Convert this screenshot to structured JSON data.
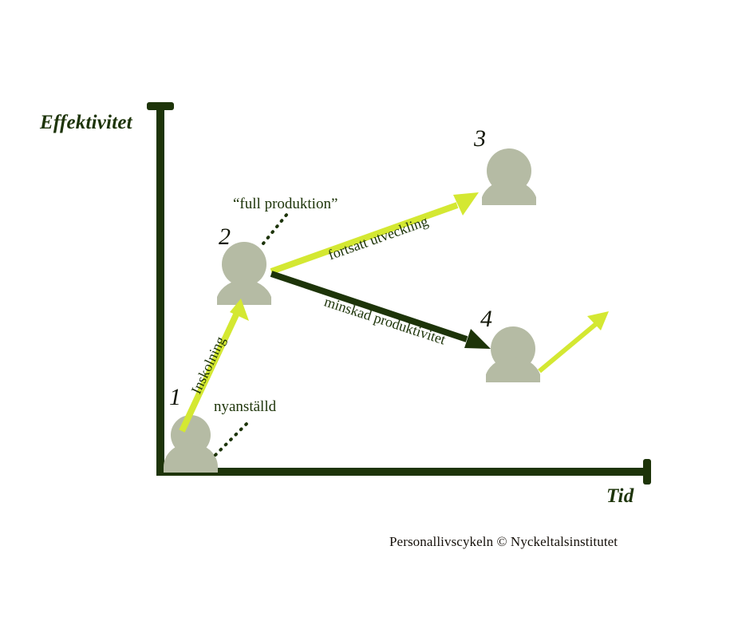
{
  "diagram": {
    "title_footer": "Personallivscykeln © Nyckeltalsinstitutet",
    "axes": {
      "y_label": "Effektivitet",
      "x_label": "Tid",
      "axis_color": "#1d3409"
    },
    "colors": {
      "axis": "#1d3409",
      "person": "#b5bba4",
      "arrow_positive": "#d4e832",
      "arrow_negative": "#1d3409",
      "text": "#1d3409",
      "background": "#ffffff"
    },
    "stages": [
      {
        "number": "1",
        "callout": "nyanställd",
        "position": "bottom-left"
      },
      {
        "number": "2",
        "callout": "“full produktion”",
        "position": "middle-left"
      },
      {
        "number": "3",
        "callout": "",
        "position": "top-right"
      },
      {
        "number": "4",
        "callout": "",
        "position": "bottom-right"
      }
    ],
    "arrows": [
      {
        "label": "Inskolning",
        "from": "1",
        "to": "2",
        "color": "#d4e832"
      },
      {
        "label": "fortsatt utveckling",
        "from": "2",
        "to": "3",
        "color": "#d4e832"
      },
      {
        "label": "minskad produktivitet",
        "from": "2",
        "to": "4",
        "color": "#1d3409"
      },
      {
        "label": "",
        "from": "4",
        "to": "",
        "color": "#d4e832"
      }
    ]
  },
  "chart_data": {
    "type": "diagram",
    "title": "Personallivscykeln",
    "xlabel": "Tid",
    "ylabel": "Effektivitet",
    "grid": false,
    "legend": "none",
    "nodes": [
      {
        "id": "1",
        "label": "nyanställd",
        "x": 0.06,
        "y": 0.1
      },
      {
        "id": "2",
        "label": "“full produktion”",
        "x": 0.18,
        "y": 0.55
      },
      {
        "id": "3",
        "label": "",
        "x": 0.7,
        "y": 0.84
      },
      {
        "id": "4",
        "label": "",
        "x": 0.72,
        "y": 0.34
      }
    ],
    "edges": [
      {
        "from": "1",
        "to": "2",
        "label": "Inskolning",
        "color": "#d4e832"
      },
      {
        "from": "2",
        "to": "3",
        "label": "fortsatt utveckling",
        "color": "#d4e832"
      },
      {
        "from": "2",
        "to": "4",
        "label": "minskad produktivitet",
        "color": "#1d3409"
      },
      {
        "from": "4",
        "to": "",
        "label": "",
        "color": "#d4e832"
      }
    ]
  }
}
